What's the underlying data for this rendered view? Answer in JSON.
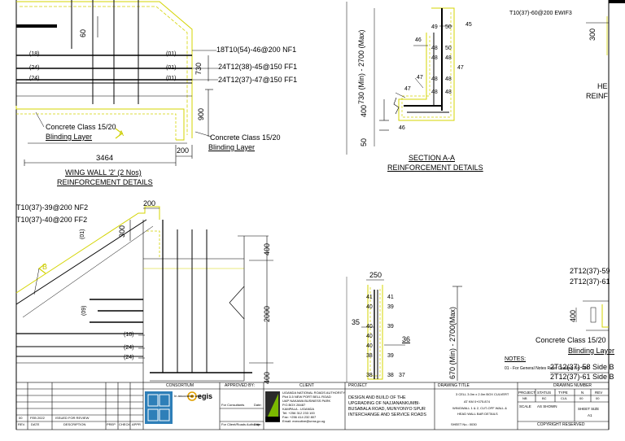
{
  "wing_wall": {
    "title": "WING WALL '2'  (2 Nos)",
    "subtitle": "REINFORCEMENT DETAILS",
    "dim_length": "3464",
    "dim_200": "200",
    "dim_900": "900",
    "dim_730": "730",
    "dim_60": "60",
    "bars": [
      "18T10(54)-46@200 NF1",
      "24T12(38)-45@150 FF1",
      "24T12(37)-47@150 FF1"
    ],
    "left_marks": [
      "(18)",
      "(24)",
      "(24)"
    ],
    "mid_marks": [
      "(01)",
      "(01)",
      "(01)"
    ],
    "concrete_left": "Concrete Class 15/20",
    "blinding_left": "Blinding Layer",
    "concrete_right": "Concrete Class 15/20",
    "blinding_right": "Blinding Layer",
    "section_marker": "A"
  },
  "section_aa": {
    "title": "SECTION A-A",
    "subtitle": "REINFORCEMENT DETAILS",
    "height_label": "730 (Min) - 2700 (Max)",
    "dim_400": "400",
    "dim_50": "50",
    "col_left": [
      "49",
      "48",
      "48",
      "48",
      "48"
    ],
    "col_right": [
      "50",
      "50",
      "48",
      "48",
      "48"
    ],
    "marks": [
      "45",
      "46",
      "47",
      "47",
      "47",
      "46"
    ]
  },
  "top_right": {
    "bar_text": "T10(37)-60@200 EWIF3",
    "dim_300": "300",
    "he_text": "HE",
    "reinf_text": "REINF"
  },
  "lower_wall": {
    "bars": [
      "T10(37)-39@200 NF2",
      "T10(37)-40@200 FF2"
    ],
    "dim_200": "200",
    "dim_300": "300",
    "dim_400_top": "400",
    "dim_2000": "2000",
    "dim_400_bot": "400",
    "marks": [
      "(01)",
      "(09)",
      "(18)",
      "(24)",
      "(24)"
    ],
    "section_marker": "B"
  },
  "mid_section": {
    "dim_250": "250",
    "height_label": "670 (Min) - 2700(Max)",
    "left_col": [
      "41",
      "40",
      "40",
      "40",
      "40",
      "38",
      "38"
    ],
    "right_col": [
      "41",
      "39",
      "39",
      "",
      "39",
      "",
      "38"
    ],
    "mark_35": "35",
    "mark_36": "36",
    "mark_37": "37"
  },
  "right_lower": {
    "bar1": "2T12(37)-59",
    "bar2": "2T12(37)-61",
    "dim_400": "400",
    "concrete": "Concrete Class 15/20",
    "blinding": "Blinding Layer",
    "side1": "2T12(37)-58 Side B",
    "side2": "2T12(37)-61 Side B",
    "notes_title": "NOTES:",
    "notes_line": "01 - For General Notes Refer Drawing No. 001"
  },
  "title_block": {
    "consortium": "CONSORTIUM",
    "approved_by": "APPROVED BY:",
    "client": "CLIENT",
    "project": "PROJECT",
    "drawing_title_head": "DRAWING TITLE",
    "drawing_number_head": "DRAWING NUMBER",
    "egis": "egis",
    "partner_text": "In association with",
    "consultant_label": "For Consultants",
    "date_label": "Date:",
    "owner_label": "For Client/Roads Authority",
    "client_lines": [
      "UGANDA NATIONAL ROADS AUTHORITY",
      "Plot 3-5 NEW PORT BELL ROAD",
      "UAP NAKAWA BUSINESS PARK",
      "P.O.BOX 28487",
      "KAMPALA - UGANDA",
      "Tel: +256 312 233 100",
      "Fax: +256 414 232 807",
      "Email: executive@unra.go.ug"
    ],
    "project_text": "DESIGN AND BUILD OF THE UPGRADING OF NAJJANANKUMBI- BUSABALA ROAD, MUNYONYO SPUR INTERCHANGE AND SERVICE ROADS",
    "drawing_title_lines": [
      "3 CELL 3.0m x 2.0m BOX CULVERT",
      "AT KM 0+075.874",
      "WINGWALL 1 & 2, CUT-OFF WALL &",
      "HEAD WALL BAR DETAILS"
    ],
    "sheet_no": "SHEET No.: 0030",
    "grid_heads": [
      "PROJECT",
      "STATUS",
      "TYPE",
      "N",
      "REV"
    ],
    "grid_values": [
      "NB",
      "BC",
      "CUL",
      "00",
      "00"
    ],
    "scale_label": "SCALE",
    "scale_value": "AS SHOWN",
    "sheet_size_label": "SHEET SIZE",
    "sheet_size_value": "A1",
    "copyright": "COPYRIGHT RESERVED",
    "rev_headers": [
      "REV.",
      "DATE",
      "DESCRIPTION",
      "PREP",
      "CHECK",
      "APPR"
    ],
    "rev_row": [
      "00",
      "FEB 2022",
      "ISSUED FOR REVIEW",
      "",
      "",
      ""
    ]
  }
}
